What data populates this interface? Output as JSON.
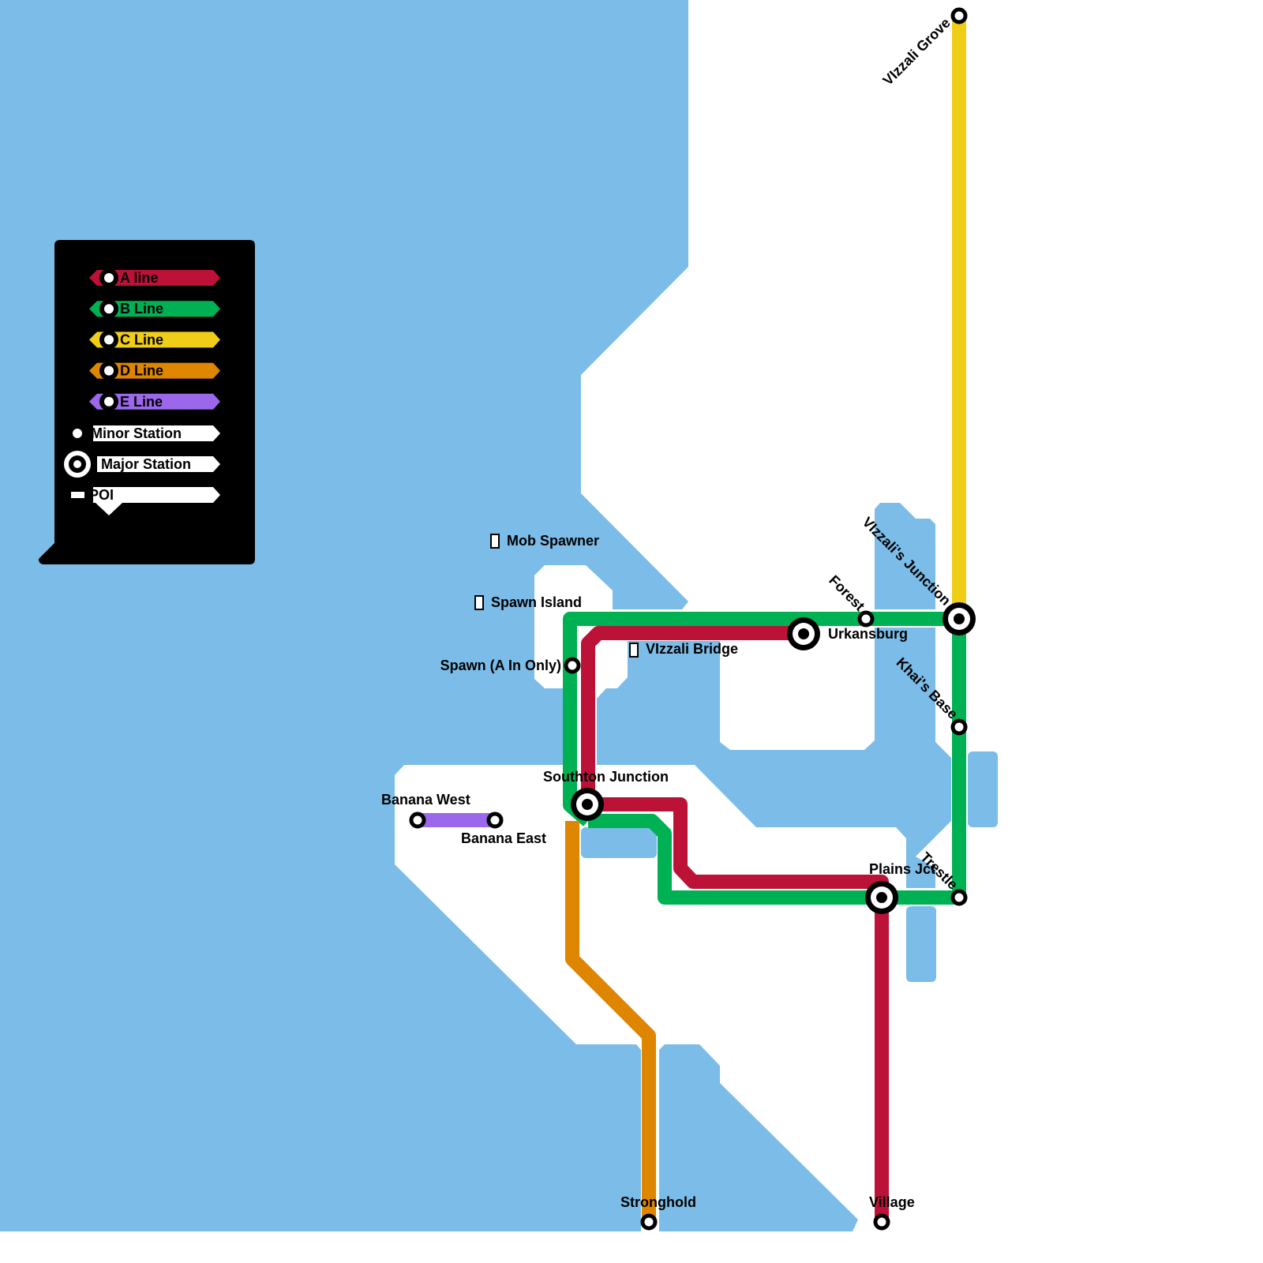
{
  "colors": {
    "water": "#7bbde8",
    "land": "#ffffff",
    "a_line": "#bc1237",
    "b_line": "#00b153",
    "c_line": "#f0cd17",
    "d_line": "#df8600",
    "e_line": "#9b68ec",
    "legend_bg": "#000000"
  },
  "legend": {
    "lines": [
      {
        "label": "A line",
        "color": "#bc1237"
      },
      {
        "label": "B Line",
        "color": "#00b153"
      },
      {
        "label": "C Line",
        "color": "#f0cd17"
      },
      {
        "label": "D Line",
        "color": "#df8600"
      },
      {
        "label": "E Line",
        "color": "#9b68ec"
      }
    ],
    "minor_station": "Minor Station",
    "major_station": "Major Station",
    "poi": "POI"
  },
  "stations": {
    "vizzali_grove": "VIzzali Grove",
    "vizzalis_junction": "VIzzali's Junction",
    "forest": "Forest",
    "urkansburg": "Urkansburg",
    "khais_base": "Khai's Base",
    "spawn": "Spawn (A In Only)",
    "southton_junction": "Southton Junction",
    "banana_west": "Banana West",
    "banana_east": "Banana East",
    "plains_jct": "Plains Jct",
    "trestle": "Trestle",
    "stronghold": "Stronghold",
    "village": "Village"
  },
  "pois": {
    "mob_spawner": "Mob Spawner",
    "spawn_island": "Spawn Island",
    "vizzali_bridge": "VIzzali Bridge"
  }
}
